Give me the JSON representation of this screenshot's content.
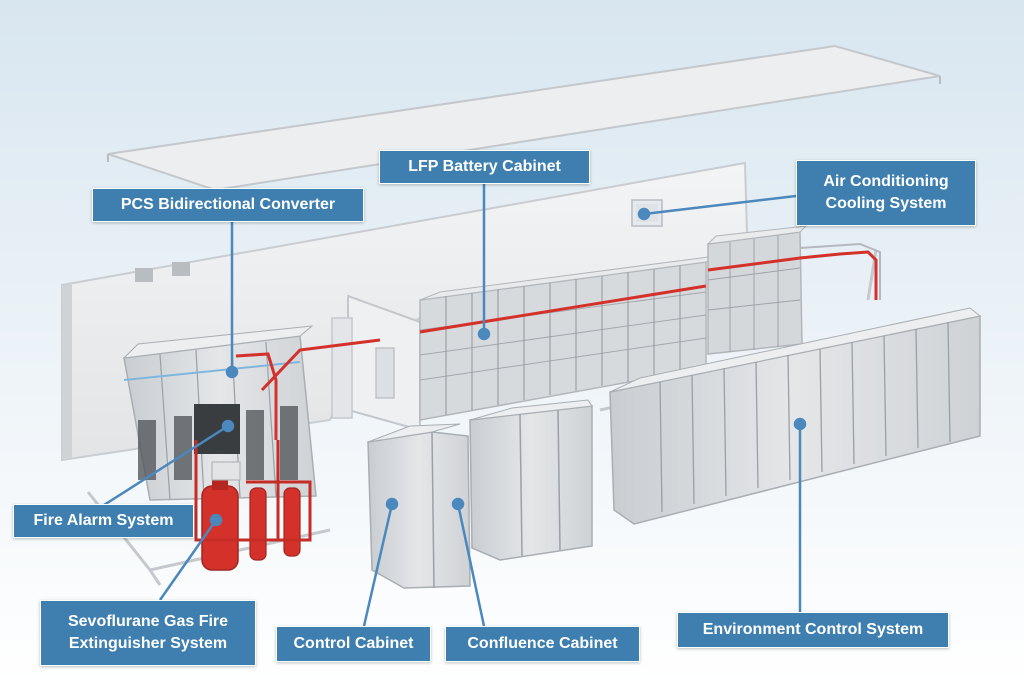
{
  "colors": {
    "label_bg": "#3f7fb0",
    "leader_line": "#4a88bd",
    "fire_red": "#d4312b",
    "cabinet_gray": "#d9dcdf",
    "background_top": "#d8e6f0",
    "background_bottom": "#ffffff"
  },
  "labels": {
    "pcs": "PCS Bidirectional Converter",
    "lfp": "LFP Battery Cabinet",
    "air": "Air Conditioning\nCooling System",
    "fire_alarm": "Fire Alarm System",
    "sevo": "Sevoflurane Gas Fire\nExtinguisher System",
    "control": "Control Cabinet",
    "confluence": "Confluence Cabinet",
    "environment": "Environment Control System"
  }
}
